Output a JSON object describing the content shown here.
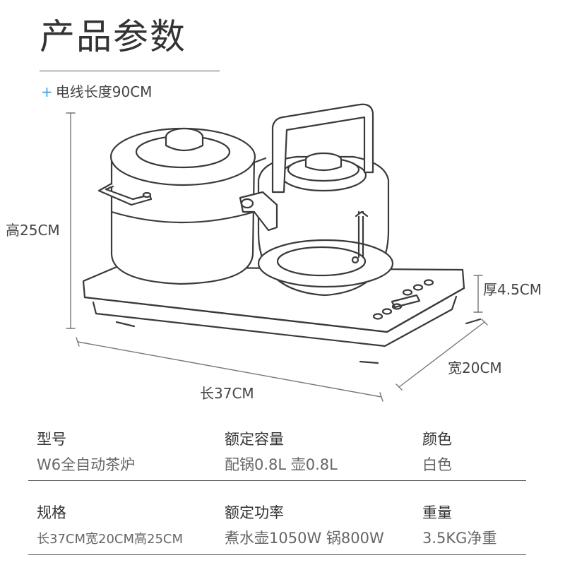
{
  "title": "产品参数",
  "dimensions": {
    "cord_plus": "+",
    "cord": "电线长度90CM",
    "height": "高25CM",
    "depth": "厚4.5CM",
    "width": "宽20CM",
    "length": "长37CM"
  },
  "specs": [
    {
      "label": "型号",
      "value": "W6全自动茶炉"
    },
    {
      "label": "额定容量",
      "value": "配锅0.8L 壶0.8L"
    },
    {
      "label": "颜色",
      "value": "白色"
    },
    {
      "label": "规格",
      "value": "长37CM宽20CM高25CM"
    },
    {
      "label": "额定功率",
      "value": "煮水壶1050W 锅800W"
    },
    {
      "label": "重量",
      "value": "3.5KG净重"
    }
  ]
}
